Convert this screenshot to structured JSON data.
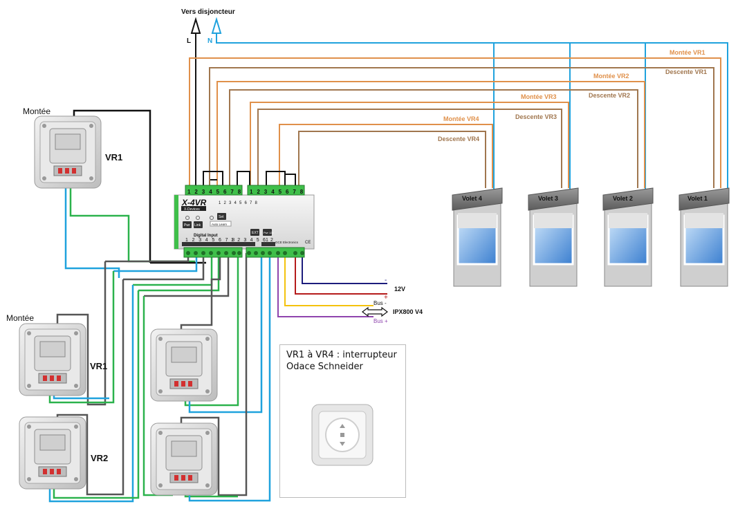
{
  "labels": {
    "breaker": "Vers disjoncteur",
    "phase": "L",
    "neutral": "N",
    "montee_top": "Montée",
    "montee_mid": "Montée",
    "vr1_top": "VR1",
    "vr1_mid": "VR1",
    "vr2": "VR2",
    "montee_vr1": "Montée VR1",
    "descente_vr1": "Descente VR1",
    "montee_vr2": "Montée VR2",
    "descente_vr2": "Descente VR2",
    "montee_vr3": "Montée VR3",
    "descente_vr3": "Descente VR3",
    "montee_vr4": "Montée VR4",
    "descente_vr4": "Descente VR4",
    "v12": "12V",
    "minus": "-",
    "plus": "+",
    "bus_minus": "Bus -",
    "bus_plus": "Bus +",
    "ipx": "IPX800 V4"
  },
  "shutters": {
    "volet1": "Volet 1",
    "volet2": "Volet 2",
    "volet3": "Volet 3",
    "volet4": "Volet 4"
  },
  "module": {
    "name": "X-4VR",
    "brand": "X-Devices",
    "digital_input": "Digital Input",
    "maker": "GCE Electronics",
    "ce": "CE",
    "btn_pwr": "Pwr",
    "btn_link": "Link",
    "btn_set": "Set",
    "auto_learn": "Auto Learn",
    "btn_ext": "EXT",
    "btn_pwr12": "Pwr 12v",
    "term1": [
      "1",
      "2",
      "3",
      "4",
      "5",
      "6",
      "7",
      "8"
    ],
    "term2": [
      "1",
      "2",
      "3",
      "4",
      "5",
      "6",
      "7",
      "8"
    ],
    "bottom_left": [
      "1",
      "2",
      "3",
      "4",
      "5",
      "6",
      "7",
      "8"
    ],
    "bottom_mid": [
      "1",
      "2",
      "3",
      "4",
      "5",
      "6"
    ],
    "bottom_right": [
      "1",
      "2"
    ]
  },
  "legend": {
    "line1": "VR1 à VR4 : interrupteur",
    "line2": "Odace Schneider"
  },
  "colors": {
    "orange": "#e0904a",
    "brown": "#a0764e",
    "blue": "#1fa2dd",
    "green": "#2bb24c",
    "black": "#111111",
    "grey": "#555555",
    "navy": "#1c1c7c",
    "red": "#b51a1a",
    "yellow": "#f4c20d",
    "purple": "#8e44ad"
  }
}
